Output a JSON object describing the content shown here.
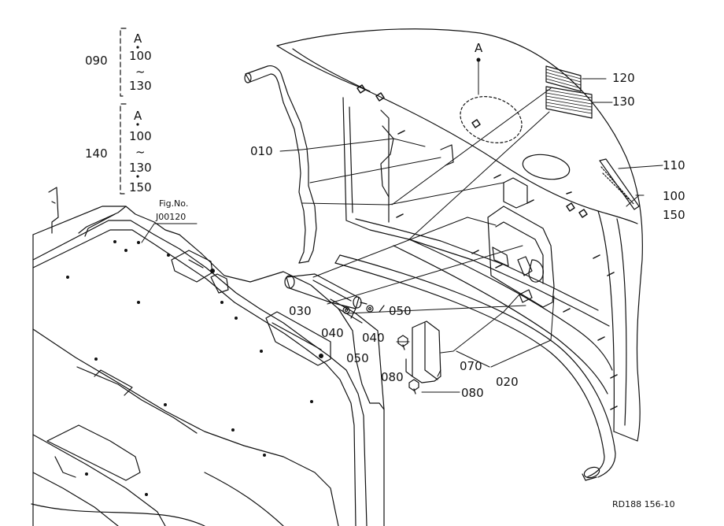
{
  "diagram": {
    "legend": {
      "group_090": {
        "number": "090",
        "range": [
          "A",
          "100",
          "~",
          "130"
        ]
      },
      "group_140": {
        "number": "140",
        "range": [
          "A",
          "100",
          "~",
          "130",
          "150"
        ]
      }
    },
    "figure_ref": {
      "line1": "Fig.No.",
      "line2": "J00120"
    },
    "callouts": {
      "p010": "010",
      "p020": "020",
      "p030": "030",
      "p040a": "040",
      "p040b": "040",
      "p050a": "050",
      "p050b": "050",
      "p070": "070",
      "p080a": "080",
      "p080b": "080",
      "p100": "100",
      "p150": "150",
      "p110": "110",
      "p120": "120",
      "p130": "130",
      "view_a": "A"
    },
    "drawing_code": "RD188  156-10"
  }
}
